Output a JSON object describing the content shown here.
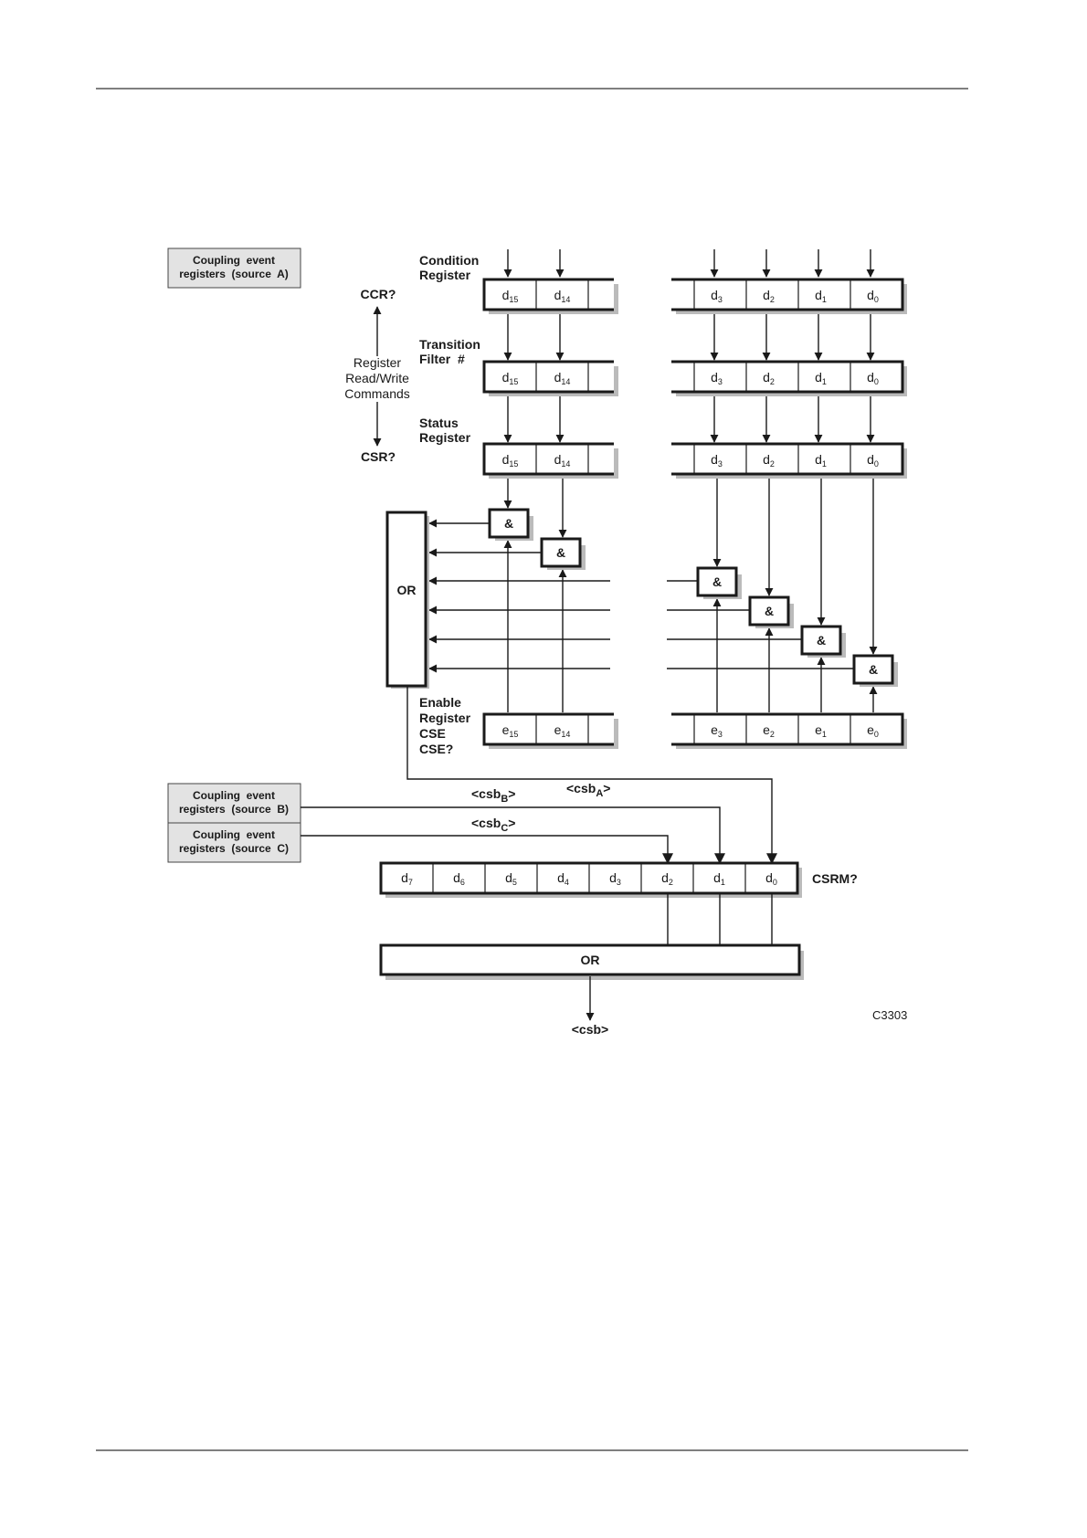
{
  "source_boxes": {
    "a": {
      "line1": "Coupling  event",
      "line2": "registers  (source  A)"
    },
    "b": {
      "line1": "Coupling  event",
      "line2": "registers  (source  B)"
    },
    "c": {
      "line1": "Coupling  event",
      "line2": "registers  (source  C)"
    }
  },
  "labels": {
    "condition_register": [
      "Condition",
      "Register"
    ],
    "transition_filter": [
      "Transition",
      "Filter  #"
    ],
    "status_register": [
      "Status",
      "Register"
    ],
    "enable_register": [
      "Enable",
      "Register",
      "CSE",
      "CSE?"
    ],
    "ccr": "CCR?",
    "csr": "CSR?",
    "rw_commands": [
      "Register",
      "Read/Write",
      "Commands"
    ],
    "csrm": "CSRM?",
    "or": "OR",
    "and": "&",
    "csb_a": {
      "prefix": "<csb",
      "sub": "A",
      "suffix": ">"
    },
    "csb_b": {
      "prefix": "<csb",
      "sub": "B",
      "suffix": ">"
    },
    "csb_c": {
      "prefix": "<csb",
      "sub": "C",
      "suffix": ">"
    },
    "csb_out": "<csb>",
    "figure_id": "C3303"
  },
  "register_bits": {
    "d_left": [
      {
        "base": "d",
        "sub": "15"
      },
      {
        "base": "d",
        "sub": "14"
      }
    ],
    "d_right": [
      {
        "base": "d",
        "sub": "3"
      },
      {
        "base": "d",
        "sub": "2"
      },
      {
        "base": "d",
        "sub": "1"
      },
      {
        "base": "d",
        "sub": "0"
      }
    ],
    "e_left": [
      {
        "base": "e",
        "sub": "15"
      },
      {
        "base": "e",
        "sub": "14"
      }
    ],
    "e_right": [
      {
        "base": "e",
        "sub": "3"
      },
      {
        "base": "e",
        "sub": "2"
      },
      {
        "base": "e",
        "sub": "1"
      },
      {
        "base": "e",
        "sub": "0"
      }
    ],
    "csrm": [
      {
        "base": "d",
        "sub": "7"
      },
      {
        "base": "d",
        "sub": "6"
      },
      {
        "base": "d",
        "sub": "5"
      },
      {
        "base": "d",
        "sub": "4"
      },
      {
        "base": "d",
        "sub": "3"
      },
      {
        "base": "d",
        "sub": "2"
      },
      {
        "base": "d",
        "sub": "1"
      },
      {
        "base": "d",
        "sub": "0"
      }
    ]
  }
}
